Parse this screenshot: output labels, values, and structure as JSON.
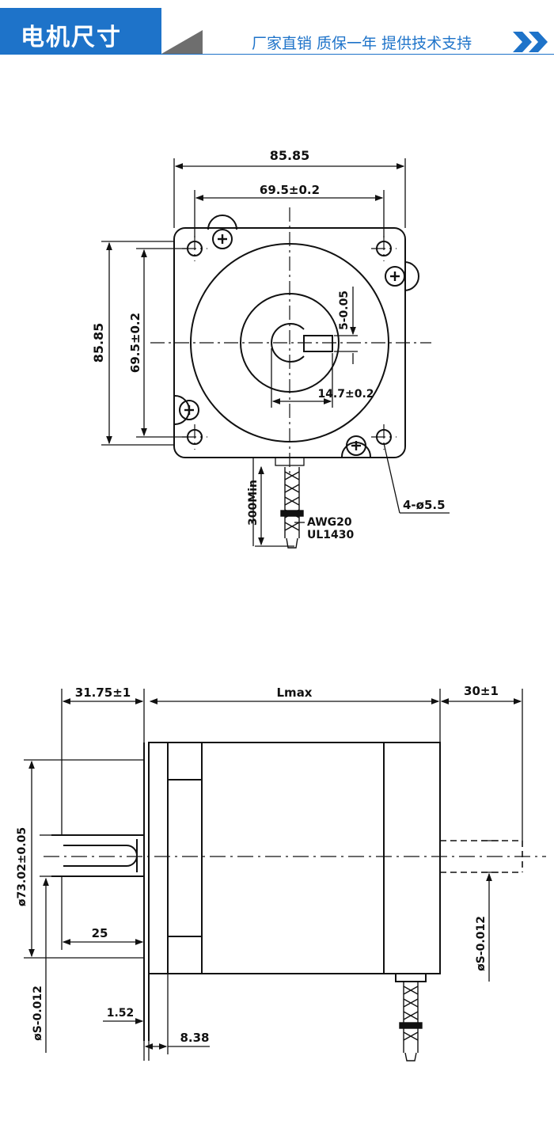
{
  "header": {
    "title": "电机尺寸",
    "tagline": "厂家直销 质保一年 提供技术支持",
    "accent_color": "#1e73c9",
    "arrow_icon": "double-chevron-right-icon"
  },
  "front_view": {
    "overall_width": "85.85",
    "hole_spacing_h": "69.5±0.2",
    "overall_height": "85.85",
    "hole_spacing_v": "69.5±0.2",
    "key_width": "5-0.05",
    "key_depth": "14.7±0.2",
    "lead_length": "300Min",
    "wire_spec_1": "AWG20",
    "wire_spec_2": "UL1430",
    "mounting_holes": "4-ø5.5"
  },
  "side_view": {
    "front_shaft_length": "31.75±1",
    "body_length": "Lmax",
    "rear_shaft_length": "30±1",
    "pilot_diameter": "ø73.02±0.05",
    "key_length": "25",
    "flange_step": "1.52",
    "flange_thickness": "8.38",
    "front_shaft_diameter": "øS-0.012",
    "rear_shaft_diameter": "øS-0.012"
  }
}
